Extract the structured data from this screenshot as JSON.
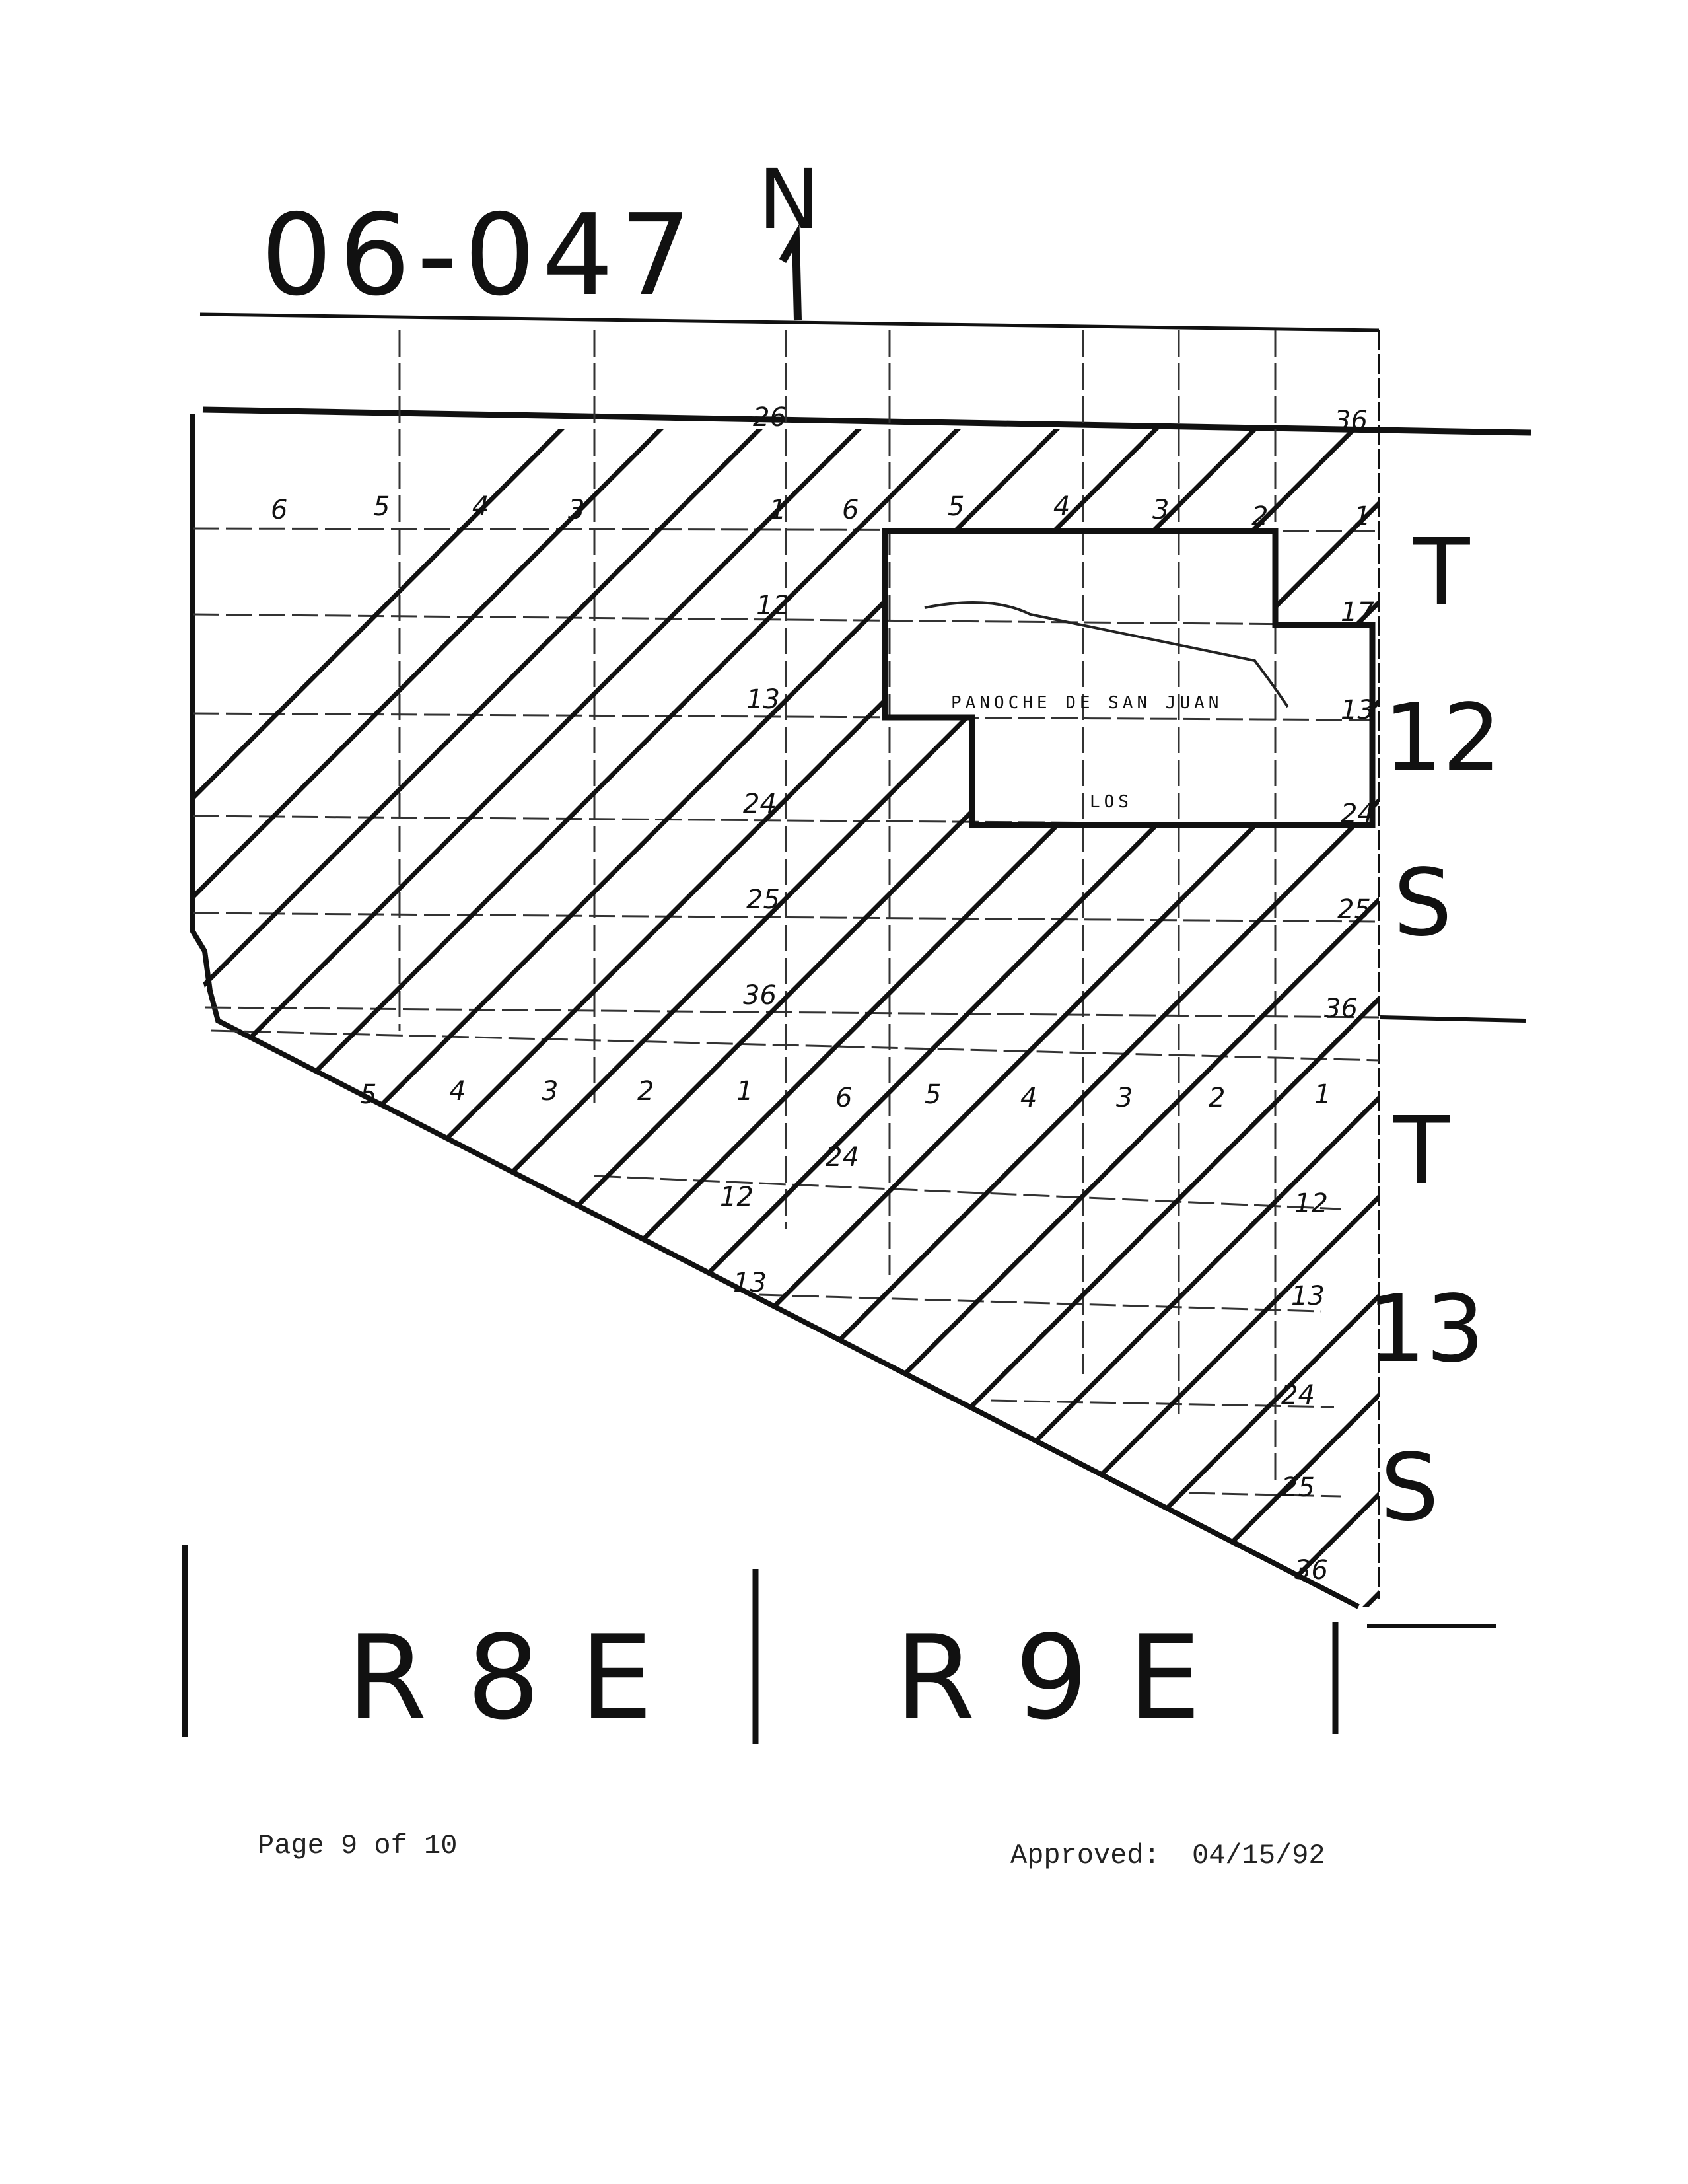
{
  "map": {
    "title": "06-047",
    "north_label": "N",
    "north_arrow": "1",
    "townships": [
      {
        "t": "T",
        "num": "12",
        "s": "S"
      },
      {
        "t": "T",
        "num": "13",
        "s": "S"
      }
    ],
    "ranges": [
      "R8E",
      "R9E"
    ],
    "place_labels": [
      "PANOCHE DE SAN JUAN",
      "LOS"
    ],
    "section_numbers_top_row": [
      "6",
      "5",
      "4",
      "3",
      "1",
      "6",
      "5",
      "4",
      "3",
      "2",
      "1"
    ],
    "section_numbers_bottom_row": [
      "5",
      "4",
      "3",
      "2",
      "1",
      "6",
      "5",
      "4",
      "3",
      "2",
      "1"
    ],
    "section_numbers_edge": [
      "26",
      "36",
      "12",
      "13",
      "24",
      "25",
      "36",
      "12",
      "13",
      "24",
      "36",
      "12",
      "13",
      "24",
      "25",
      "36",
      "17",
      "13",
      "24",
      "25"
    ]
  },
  "footer": {
    "page": "Page 9 of 10",
    "approved_label": "Approved:",
    "approved_date": "04/15/92"
  }
}
